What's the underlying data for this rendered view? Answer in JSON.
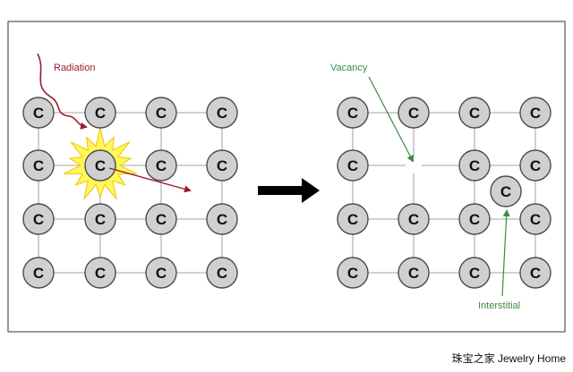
{
  "atom_symbol": "C",
  "labels": {
    "radiation": "Radiation",
    "vacancy": "Vacancy",
    "interstitial": "Interstitial"
  },
  "watermark": "珠宝之家  Jewelry Home",
  "colors": {
    "atom_fill": "#d0d0d0",
    "atom_stroke": "#4a4a4a",
    "bond": "#c4c4c4",
    "frame": "#555555",
    "radiation": "#9b1c2e",
    "annotation_green": "#3d8a3d",
    "burst_fill": "#fff85a",
    "burst_stroke": "#f0c400",
    "process_arrow": "#000000"
  },
  "icons": {
    "radiation_burst": "starburst-icon",
    "process_arrow": "right-arrow-icon"
  }
}
